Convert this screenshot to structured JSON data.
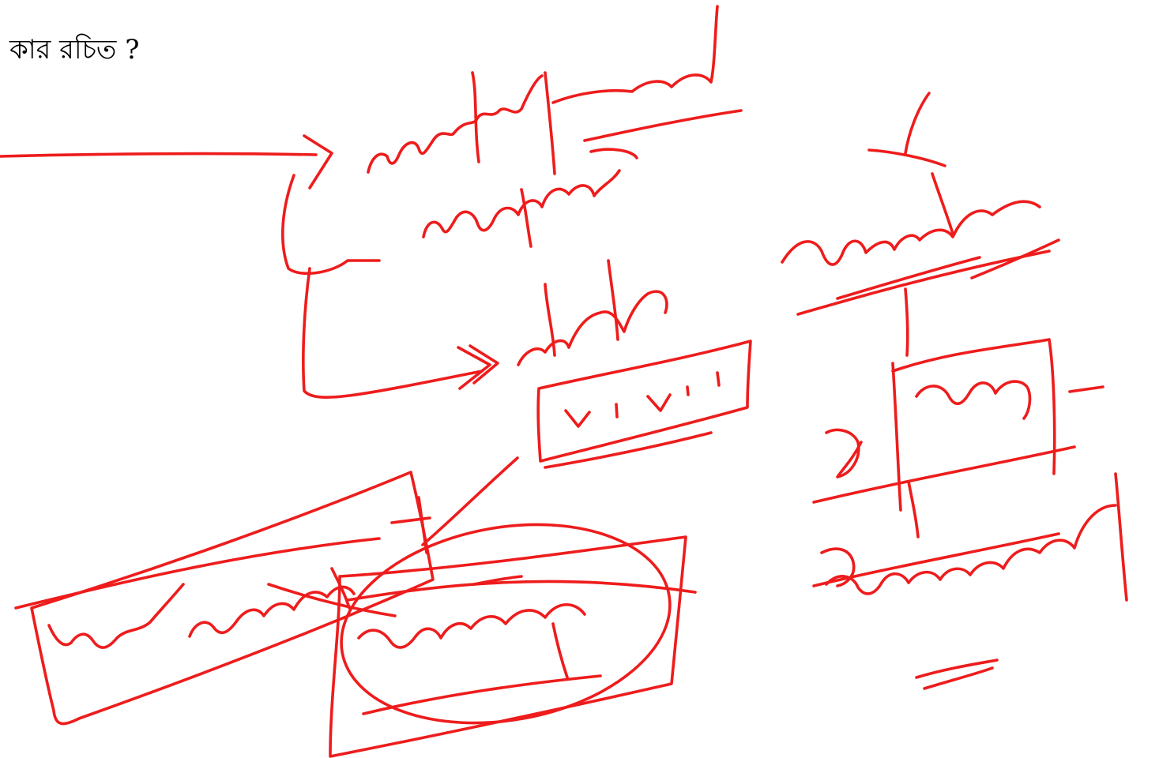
{
  "question_text": "কার রচিত ?",
  "ink_color": "#ee1c1c",
  "annotations": [
    {
      "id": "top-right-answer",
      "kind": "handwritten Bengali writing"
    },
    {
      "id": "second-answer",
      "kind": "handwritten Bengali writing"
    },
    {
      "id": "third-answer",
      "kind": "handwritten Bengali writing"
    },
    {
      "id": "boxed-marks",
      "kind": "boxed handwritten marks"
    },
    {
      "id": "left-boxed-answer",
      "kind": "boxed handwritten Bengali writing"
    },
    {
      "id": "circled-answer",
      "kind": "circled handwritten Bengali writing"
    },
    {
      "id": "right-column-notes",
      "kind": "handwritten Bengali writing"
    }
  ]
}
